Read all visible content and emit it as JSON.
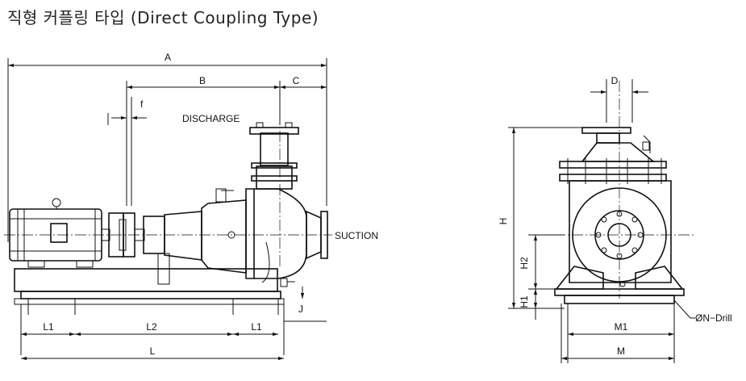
{
  "title": "직형 커플링 타입 (Direct Coupling Type)",
  "labels": {
    "A": "A",
    "B": "B",
    "C": "C",
    "f": "f",
    "discharge": "DISCHARGE",
    "suction": "SUCTION",
    "J": "J",
    "L1_left": "L1",
    "L2": "L2",
    "L1_right": "L1",
    "L": "L",
    "D": "D",
    "H": "H",
    "H2": "H2",
    "H1": "H1",
    "drill": "ØN−Drill",
    "M1": "M1",
    "M": "M"
  }
}
